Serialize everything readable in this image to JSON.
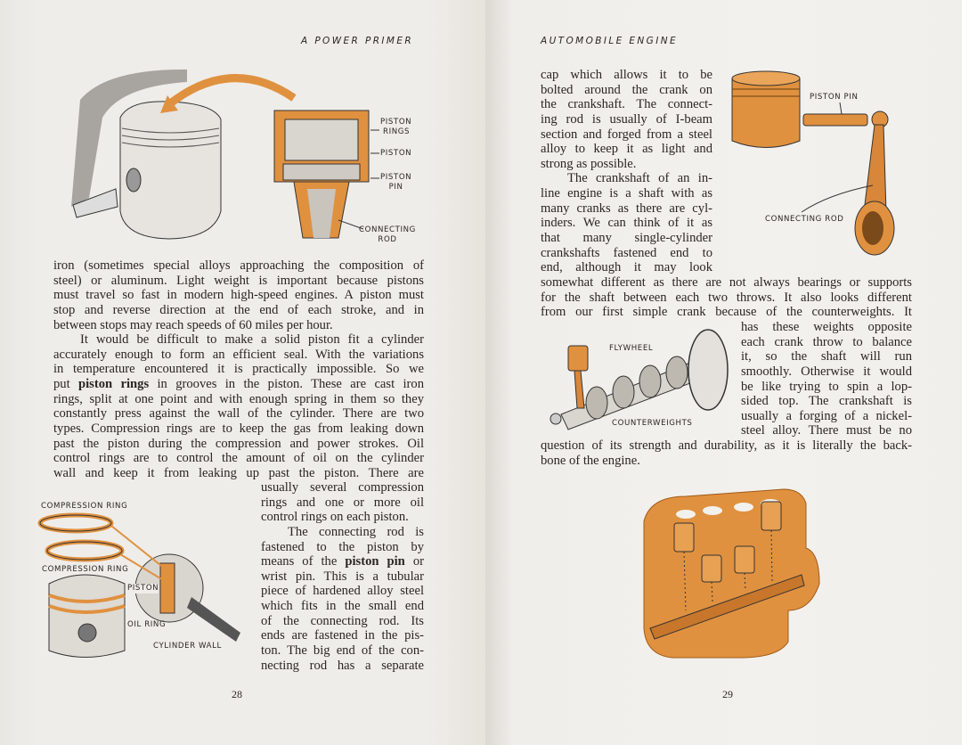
{
  "left_page": {
    "running_head": "A POWER PRIMER",
    "page_number": "28",
    "figure_1_labels": {
      "piston_rings": [
        "PISTON",
        "RINGS"
      ],
      "piston": "PISTON",
      "piston_pin": [
        "PISTON",
        "PIN"
      ],
      "connecting_rod": [
        "CONNECTING",
        "ROD"
      ]
    },
    "figure_2_labels": {
      "compression_ring_1": "COMPRESSION RING",
      "compression_ring_2": "COMPRESSION RING",
      "piston": "PISTON",
      "oil_ring": "OIL RING",
      "cylinder_wall": "CYLINDER WALL"
    },
    "text_block_a": [
      [
        "iron (sometimes special alloys approaching the composition of",
        "steel) or aluminum. Light weight is important because pistons",
        "must travel so fast in modern high-speed engines. A piston must",
        "stop and reverse direction at the end of each stroke, and in",
        "between stops may reach speeds of 60 miles per hour."
      ],
      [
        "It would be difficult to make a solid piston fit a cylinder",
        "accurately enough to form an efficient seal. With the variations",
        "in temperature encountered it is practically impossible. So we",
        {
          "pre": "put ",
          "bold": "piston rings",
          "post": " in grooves in the piston. These are cast iron"
        },
        "rings, split at one point and with enough spring in them so they",
        "constantly press against the wall of the cylinder. There are two",
        "types. Compression rings are to keep the gas from leaking down",
        "past the piston during the compression and power strokes. Oil",
        "control rings are to control the amount of oil on the cylinder",
        "wall and keep it from leaking up past the piston. There are"
      ]
    ],
    "text_block_b": [
      [
        "usually several compression",
        "rings and one or more oil",
        "control rings on each piston."
      ],
      [
        "The connecting rod is",
        "fastened to the piston by",
        {
          "pre": "means of the ",
          "bold": "piston pin",
          "post": " or"
        },
        "wrist pin. This is a tubular",
        "piece of hardened alloy steel",
        "which fits in the small end",
        "of the connecting rod. Its",
        "ends are fastened in the pis-",
        "ton. The big end of the con-",
        "necting rod has a separate"
      ]
    ]
  },
  "right_page": {
    "running_head": "AUTOMOBILE ENGINE",
    "page_number": "29",
    "figure_3_labels": {
      "piston_pin": "PISTON PIN",
      "connecting_rod": "CONNECTING ROD"
    },
    "figure_4_labels": {
      "flywheel": "FLYWHEEL",
      "counterweights": "COUNTERWEIGHTS"
    },
    "text_block_a": [
      [
        "cap which allows it to be",
        "bolted around the crank on",
        "the crankshaft. The connect-",
        "ing rod is usually of I-beam",
        "section and forged from a steel",
        "alloy to keep it as light and",
        "strong as possible."
      ],
      [
        "The crankshaft of an in-",
        "line engine is a shaft with as",
        "many cranks as there are cyl-",
        "inders. We can think of it as",
        "that many single-cylinder",
        "crankshafts fastened end to",
        "end, although it may look"
      ]
    ],
    "text_block_b": [
      [
        "somewhat different as there are not always bearings or supports",
        "for the shaft between each two throws. It also looks different",
        "from our first simple crank because of the counterweights. It"
      ]
    ],
    "text_block_c": [
      [
        "has these weights opposite",
        "each crank throw to balance",
        "it, so the shaft will run",
        "smoothly. Otherwise it would",
        "be like trying to spin a lop-",
        "sided top. The crankshaft is",
        "usually a forging of a nickel-",
        "steel alloy. There must be no"
      ]
    ],
    "text_block_d": [
      [
        "question of its strength and durability, as it is literally the back-",
        "bone of the engine."
      ]
    ]
  },
  "colors": {
    "illustration_orange": "#e0913f",
    "ink": "#2a2622",
    "paper": "#f1efeb"
  }
}
